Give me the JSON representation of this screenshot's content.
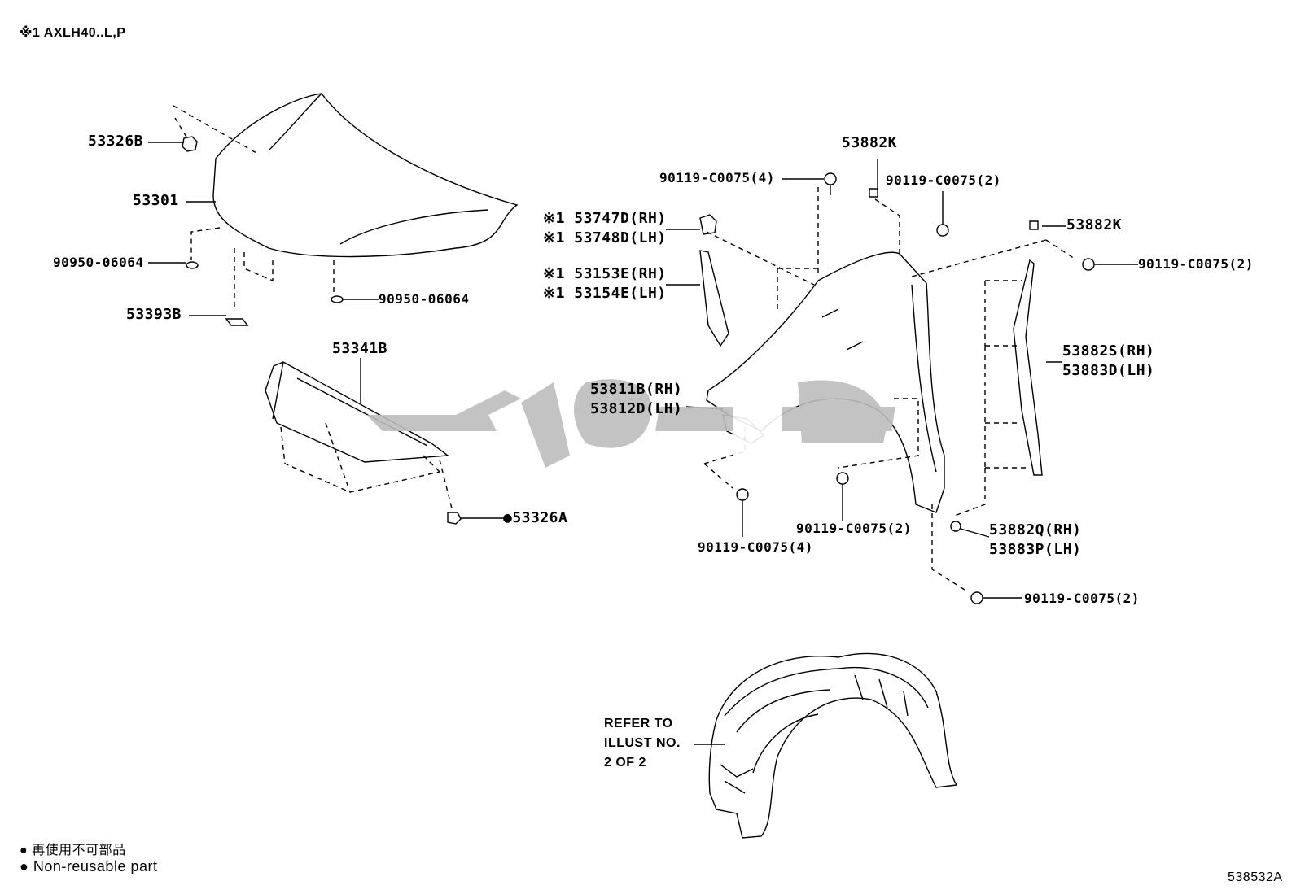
{
  "header": {
    "note": "※1  AXLH40..L,P"
  },
  "labels": {
    "p53326B": "53326B",
    "p53301": "53301",
    "p90950_a": "90950-06064",
    "p53393B": "53393B",
    "p90950_b": "90950-06064",
    "p53341B": "53341B",
    "p53326A": "●53326A",
    "p90119_4_top": "90119-C0075(4)",
    "p53882K_a": "53882K",
    "p90119_2_top": "90119-C0075(2)",
    "p53882K_b": "53882K",
    "p90119_2_right": "90119-C0075(2)",
    "p53747D": "※1 53747D(RH)",
    "p53748D": "※1 53748D(LH)",
    "p53153E": "※1 53153E(RH)",
    "p53154E": "※1 53154E(LH)",
    "p53882S": "53882S(RH)",
    "p53883D": "53883D(LH)",
    "p53811B": "53811B(RH)",
    "p53812D": "53812D(LH)",
    "p90119_2_mid": "90119-C0075(2)",
    "p90119_4_bot": "90119-C0075(4)",
    "p53882Q": "53882Q(RH)",
    "p53883P": "53883P(LH)",
    "p90119_2_bot": "90119-C0075(2)"
  },
  "refer": {
    "line1": "REFER TO",
    "line2": "ILLUST NO.",
    "line3": "2 OF 2"
  },
  "legend": {
    "jp": "再使用不可部品",
    "en": "Non-reusable part",
    "bullet": "●"
  },
  "footer": {
    "code": "538532A"
  },
  "colors": {
    "line": "#000000",
    "watermark": "#bdbdbd",
    "background": "#ffffff"
  }
}
